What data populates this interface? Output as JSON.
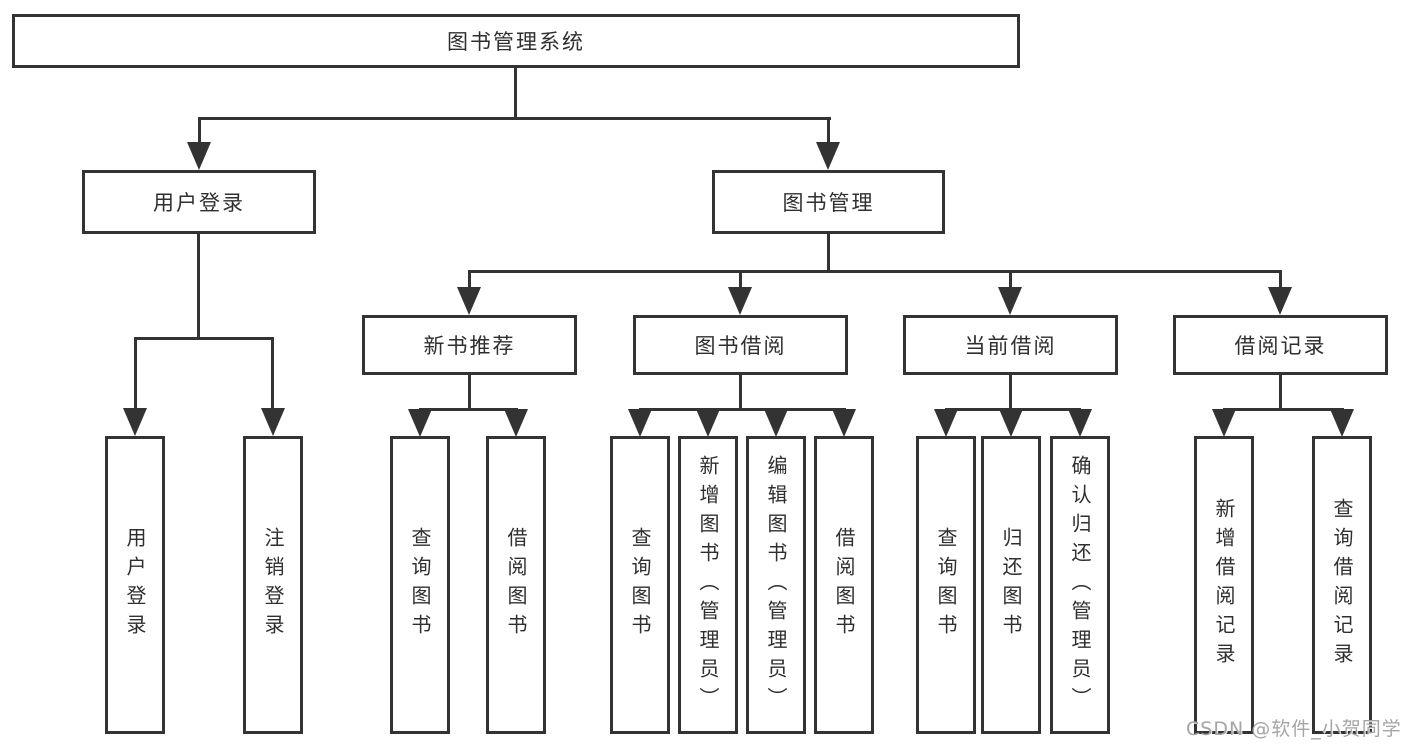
{
  "colors": {
    "line": "#333333",
    "box_border": "#333333",
    "text": "#2f2f2f",
    "background": "#ffffff",
    "watermark": "#a5a5a5"
  },
  "watermark": "CSDN @软件_小贺同学",
  "tree": {
    "label": "图书管理系统",
    "children": [
      {
        "label": "用户登录",
        "children": [
          {
            "label": "用户登录"
          },
          {
            "label": "注销登录"
          }
        ]
      },
      {
        "label": "图书管理",
        "children": [
          {
            "label": "新书推荐",
            "children": [
              {
                "label": "查询图书"
              },
              {
                "label": "借阅图书"
              }
            ]
          },
          {
            "label": "图书借阅",
            "children": [
              {
                "label": "查询图书"
              },
              {
                "label": "新增图书（管理员）"
              },
              {
                "label": "编辑图书（管理员）"
              },
              {
                "label": "借阅图书"
              }
            ]
          },
          {
            "label": "当前借阅",
            "children": [
              {
                "label": "查询图书"
              },
              {
                "label": "归还图书"
              },
              {
                "label": "确认归还（管理员）"
              }
            ]
          },
          {
            "label": "借阅记录",
            "children": [
              {
                "label": "新增借阅记录"
              },
              {
                "label": "查询借阅记录"
              }
            ]
          }
        ]
      }
    ]
  }
}
